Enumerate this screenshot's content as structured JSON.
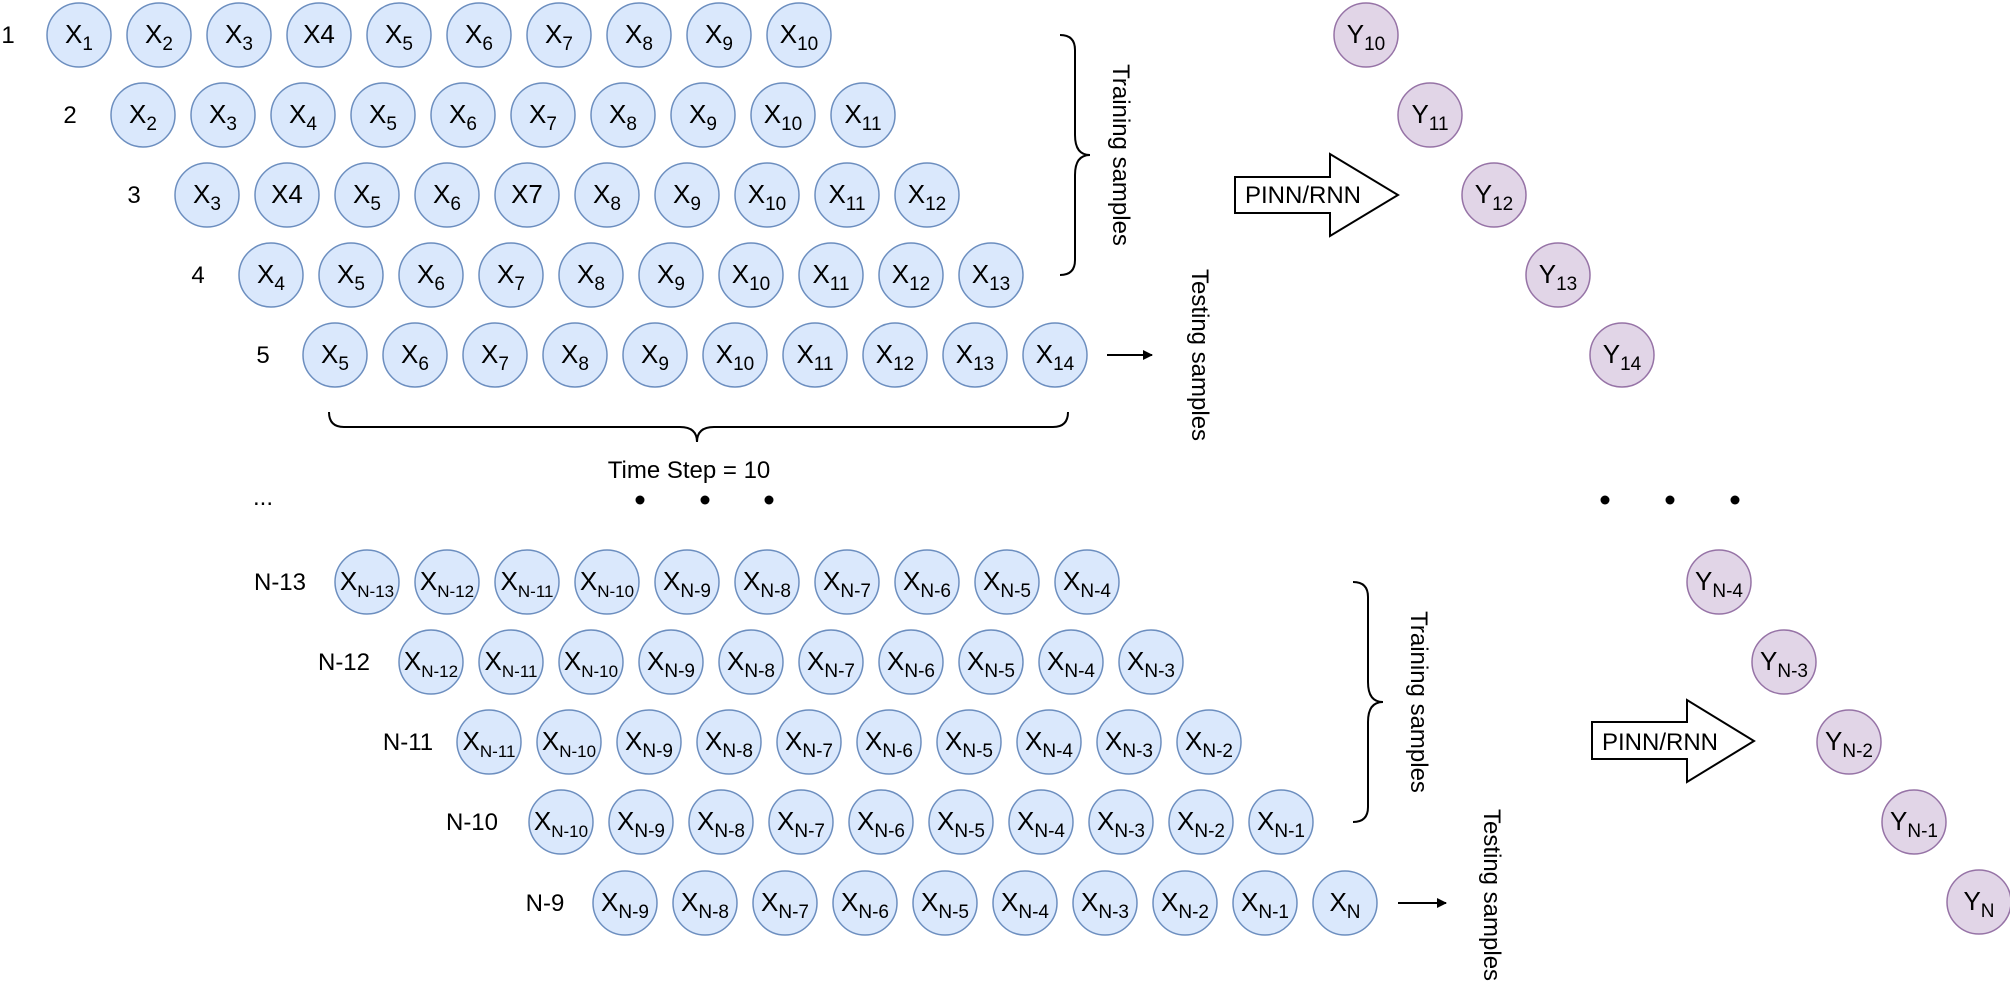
{
  "top_section": {
    "row_labels": [
      "1",
      "2",
      "3",
      "4",
      "5"
    ],
    "rows": [
      [
        [
          "X",
          "1"
        ],
        [
          "X",
          "2"
        ],
        [
          "X",
          "3"
        ],
        [
          "X4",
          ""
        ],
        [
          "X",
          "5"
        ],
        [
          "X",
          "6"
        ],
        [
          "X",
          "7"
        ],
        [
          "X",
          "8"
        ],
        [
          "X",
          "9"
        ],
        [
          "X",
          "10"
        ]
      ],
      [
        [
          "X",
          "2"
        ],
        [
          "X",
          "3"
        ],
        [
          "X",
          "4"
        ],
        [
          "X",
          "5"
        ],
        [
          "X",
          "6"
        ],
        [
          "X",
          "7"
        ],
        [
          "X",
          "8"
        ],
        [
          "X",
          "9"
        ],
        [
          "X",
          "10"
        ],
        [
          "X",
          "11"
        ]
      ],
      [
        [
          "X",
          "3"
        ],
        [
          "X4",
          ""
        ],
        [
          "X",
          "5"
        ],
        [
          "X",
          "6"
        ],
        [
          "X7",
          ""
        ],
        [
          "X",
          "8"
        ],
        [
          "X",
          "9"
        ],
        [
          "X",
          "10"
        ],
        [
          "X",
          "11"
        ],
        [
          "X",
          "12"
        ]
      ],
      [
        [
          "X",
          "4"
        ],
        [
          "X",
          "5"
        ],
        [
          "X",
          "6"
        ],
        [
          "X",
          "7"
        ],
        [
          "X",
          "8"
        ],
        [
          "X",
          "9"
        ],
        [
          "X",
          "10"
        ],
        [
          "X",
          "11"
        ],
        [
          "X",
          "12"
        ],
        [
          "X",
          "13"
        ]
      ],
      [
        [
          "X",
          "5"
        ],
        [
          "X",
          "6"
        ],
        [
          "X",
          "7"
        ],
        [
          "X",
          "8"
        ],
        [
          "X",
          "9"
        ],
        [
          "X",
          "10"
        ],
        [
          "X",
          "11"
        ],
        [
          "X",
          "12"
        ],
        [
          "X",
          "13"
        ],
        [
          "X",
          "14"
        ]
      ]
    ],
    "outputs": [
      [
        "Y",
        "10"
      ],
      [
        "Y",
        "11"
      ],
      [
        "Y",
        "12"
      ],
      [
        "Y",
        "13"
      ],
      [
        "Y",
        "14"
      ]
    ],
    "training_label": "Training samples",
    "testing_label": "Testing samples",
    "model_label": "PINN/RNN"
  },
  "middle": {
    "time_step_label": "Time Step = 10",
    "ellipsis_label": "..."
  },
  "bottom_section": {
    "row_labels": [
      "N-13",
      "N-12",
      "N-11",
      "N-10",
      "N-9"
    ],
    "rows": [
      [
        [
          "X",
          "N-13"
        ],
        [
          "X",
          "N-12"
        ],
        [
          "X",
          "N-11"
        ],
        [
          "X",
          "N-10"
        ],
        [
          "X",
          "N-9"
        ],
        [
          "X",
          "N-8"
        ],
        [
          "X",
          "N-7"
        ],
        [
          "X",
          "N-6"
        ],
        [
          "X",
          "N-5"
        ],
        [
          "X",
          "N-4"
        ]
      ],
      [
        [
          "X",
          "N-12"
        ],
        [
          "X",
          "N-11"
        ],
        [
          "X",
          "N-10"
        ],
        [
          "X",
          "N-9"
        ],
        [
          "X",
          "N-8"
        ],
        [
          "X",
          "N-7"
        ],
        [
          "X",
          "N-6"
        ],
        [
          "X",
          "N-5"
        ],
        [
          "X",
          "N-4"
        ],
        [
          "X",
          "N-3"
        ]
      ],
      [
        [
          "X",
          "N-11"
        ],
        [
          "X",
          "N-10"
        ],
        [
          "X",
          "N-9"
        ],
        [
          "X",
          "N-8"
        ],
        [
          "X",
          "N-7"
        ],
        [
          "X",
          "N-6"
        ],
        [
          "X",
          "N-5"
        ],
        [
          "X",
          "N-4"
        ],
        [
          "X",
          "N-3"
        ],
        [
          "X",
          "N-2"
        ]
      ],
      [
        [
          "X",
          "N-10"
        ],
        [
          "X",
          "N-9"
        ],
        [
          "X",
          "N-8"
        ],
        [
          "X",
          "N-7"
        ],
        [
          "X",
          "N-6"
        ],
        [
          "X",
          "N-5"
        ],
        [
          "X",
          "N-4"
        ],
        [
          "X",
          "N-3"
        ],
        [
          "X",
          "N-2"
        ],
        [
          "X",
          "N-1"
        ]
      ],
      [
        [
          "X",
          "N-9"
        ],
        [
          "X",
          "N-8"
        ],
        [
          "X",
          "N-7"
        ],
        [
          "X",
          "N-6"
        ],
        [
          "X",
          "N-5"
        ],
        [
          "X",
          "N-4"
        ],
        [
          "X",
          "N-3"
        ],
        [
          "X",
          "N-2"
        ],
        [
          "X",
          "N-1"
        ],
        [
          "X",
          "N"
        ]
      ]
    ],
    "outputs": [
      [
        "Y",
        "N-4"
      ],
      [
        "Y",
        "N-3"
      ],
      [
        "Y",
        "N-2"
      ],
      [
        "Y",
        "N-1"
      ],
      [
        "Y",
        "N"
      ]
    ],
    "training_label": "Training samples",
    "testing_label": "Testing samples",
    "model_label": "PINN/RNN"
  },
  "colors": {
    "x_fill": "#dae8fc",
    "x_stroke": "#6c8ebf",
    "y_fill": "#e1d5e7",
    "y_stroke": "#9673a6"
  }
}
